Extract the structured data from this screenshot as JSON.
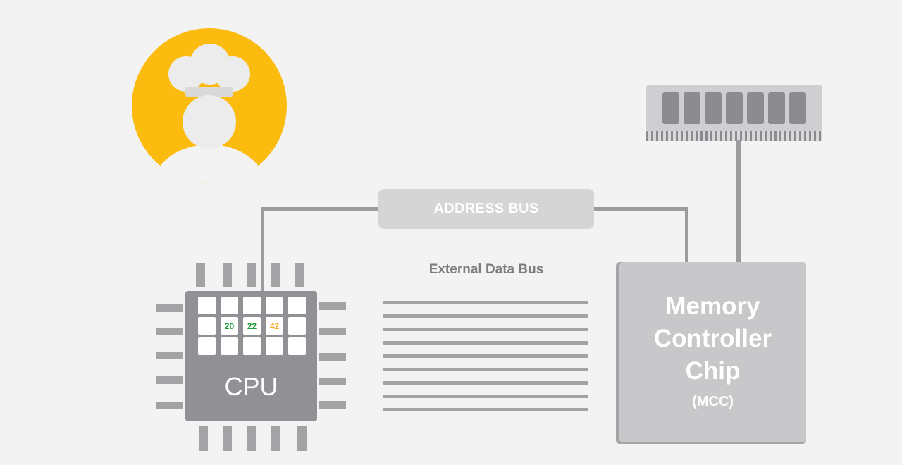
{
  "diagram": {
    "address_bus_label": "ADDRESS BUS",
    "external_data_bus_label": "External Data Bus",
    "cpu": {
      "label": "CPU",
      "register_values": [
        "20",
        "22",
        "42"
      ]
    },
    "mcc": {
      "title_lines": [
        "Memory",
        "Controller",
        "Chip"
      ],
      "abbreviation": "(MCC)"
    }
  },
  "colors": {
    "background": "#f3f3f4",
    "avatar_yellow": "#fbbb0f",
    "register_green": "#1e9e3a",
    "register_orange": "#f4a81d",
    "cpu_gray": "#909095",
    "mcc_gray": "#c8c8ca",
    "bus_gray": "#d5d5d6",
    "wire_gray": "#9c9c9f"
  },
  "icons": {
    "avatar": "chef-avatar-icon",
    "ram": "ram-stick-icon"
  }
}
